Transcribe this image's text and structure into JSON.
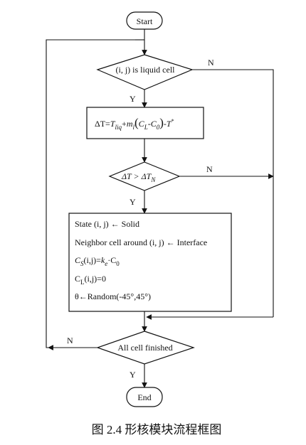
{
  "flowchart": {
    "start_label": "Start",
    "end_label": "End",
    "decision_liquid": "(i, j) is liquid cell",
    "decision_undercool_lhs": "ΔT > ΔT",
    "decision_undercool_sub": "N",
    "decision_finished": "All cell finished",
    "undercooling_formula": {
      "lhs": "ΔT=",
      "t": "T",
      "t_sub": "liq",
      "plus": "+",
      "m": "m",
      "m_sub": "l",
      "paren_open": "(",
      "cl": "C",
      "cl_sub": "L",
      "minus": "-",
      "c0": "C",
      "c0_sub": "0",
      "paren_close": ")",
      "tail": "-T",
      "tail_sup": "*"
    },
    "action_lines": {
      "state": "State (i, j) ← Solid",
      "neighbor": "Neighbor cell around (i, j) ← Interface",
      "cs_c": "C",
      "cs_sub": "S",
      "cs_rest": "(i,j)=",
      "cs_k": "k",
      "cs_k_sub": "e",
      "cs_dot": "·C",
      "cs_c0_sub": "0",
      "cl_c": "C",
      "cl_sub": "L",
      "cl_rest": "(i,j)=0",
      "theta": "θ←Random(-45°,45°)"
    },
    "branch_labels": {
      "liquid_yes": "Y",
      "liquid_no": "N",
      "undercool_yes": "Y",
      "undercool_no": "N",
      "finished_yes": "Y",
      "finished_no": "N"
    }
  },
  "caption": "图  2.4  形核模块流程框图"
}
